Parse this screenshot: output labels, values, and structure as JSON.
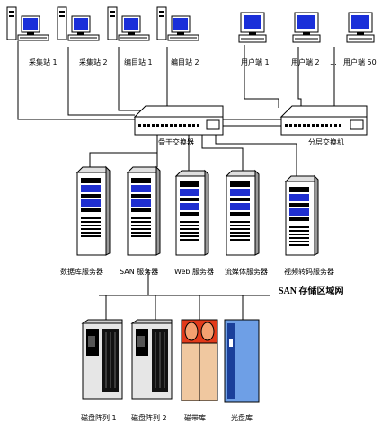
{
  "workstations": {
    "left": [
      {
        "label": "采集站 1"
      },
      {
        "label": "采集站 2"
      },
      {
        "label": "编目站 1"
      },
      {
        "label": "编目站 2"
      }
    ],
    "right": [
      {
        "label": "用户端 1"
      },
      {
        "label": "用户端 2"
      },
      {
        "label": "用户端 50"
      }
    ],
    "ellipsis": "..."
  },
  "switches": {
    "core": {
      "label": "骨干交换器"
    },
    "distribution": {
      "label": "分层交换机"
    }
  },
  "servers": [
    {
      "label": "数据库服务器"
    },
    {
      "label": "SAN 服务器"
    },
    {
      "label": "Web 服务器"
    },
    {
      "label": "流媒体服务器"
    },
    {
      "label": "视频转码服务器"
    }
  ],
  "san": {
    "label": "SAN 存储区域网"
  },
  "storage": [
    {
      "label": "磁盘阵列 1",
      "kind": "disk-array"
    },
    {
      "label": "磁盘阵列 2",
      "kind": "disk-array"
    },
    {
      "label": "磁带库",
      "kind": "tape-library"
    },
    {
      "label": "光盘库",
      "kind": "optical-library"
    }
  ],
  "colors": {
    "screen": "#1a2fd9",
    "tape_orange": "#f0c8a0",
    "tape_red": "#e23a1a",
    "optical_blue": "#6e9fe6",
    "server_window": "#1f2fd0"
  }
}
